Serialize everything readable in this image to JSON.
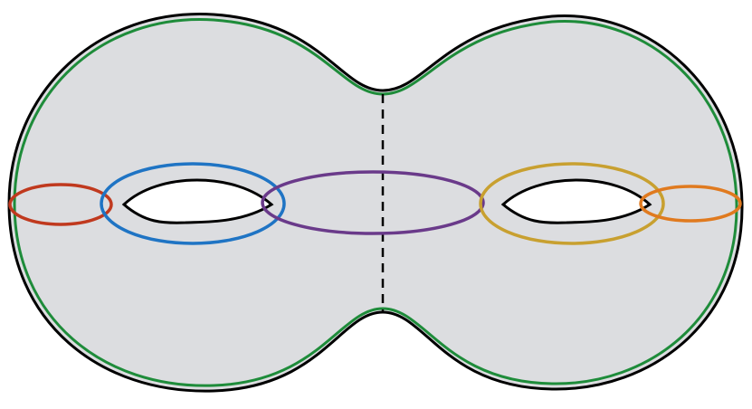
{
  "diagram": {
    "surface": {
      "fill": "#dcdde0",
      "outline_color": "#000000",
      "inner_outline_color": "#1e8c3a"
    },
    "holes": {
      "fill": "#ffffff",
      "edge_color": "#000000"
    },
    "separating_curve": {
      "color": "#000000",
      "style": "dashed"
    },
    "loops": [
      {
        "name": "left-boundary-loop",
        "color": "#c0391e"
      },
      {
        "name": "left-hole-loop",
        "color": "#1f74c4"
      },
      {
        "name": "middle-loop",
        "color": "#6a3a8a"
      },
      {
        "name": "right-hole-loop",
        "color": "#c8a030"
      },
      {
        "name": "right-boundary-loop",
        "color": "#e07a1f"
      }
    ]
  }
}
